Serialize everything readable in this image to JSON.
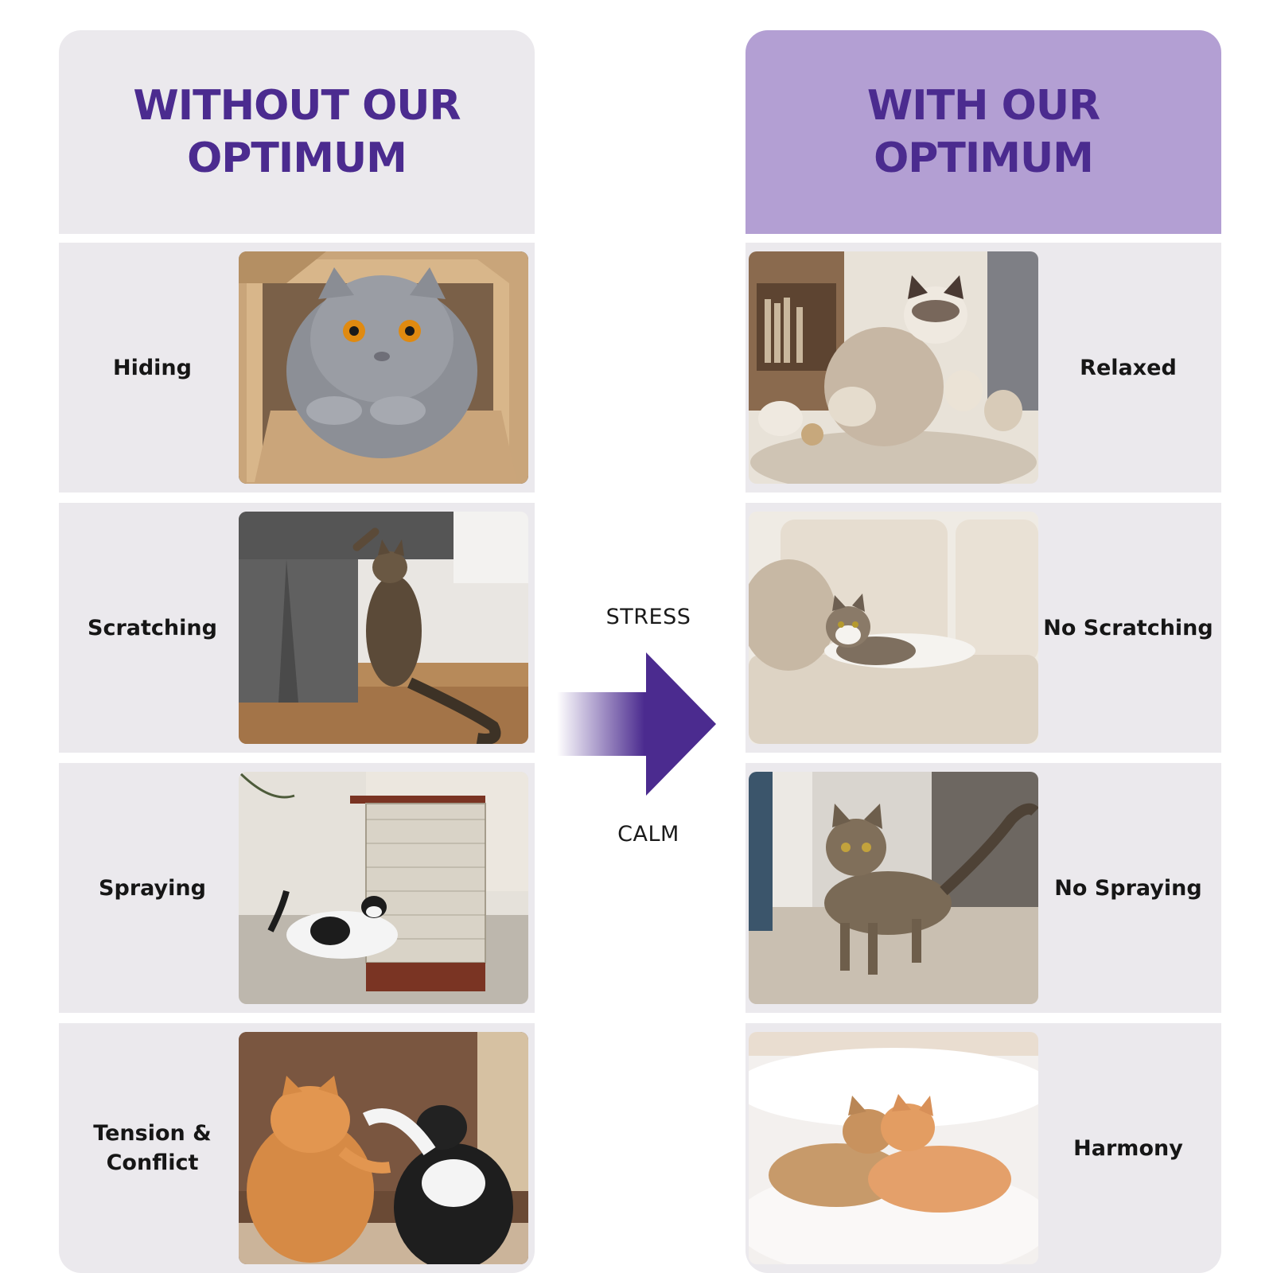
{
  "left_column": {
    "title": "WITHOUT OUR\nOPTIMUM",
    "rows": [
      {
        "label": "Hiding",
        "photo": "grey-cat-hiding-in-cardboard-box"
      },
      {
        "label": "Scratching",
        "photo": "tabby-cat-scratching-sofa"
      },
      {
        "label": "Spraying",
        "photo": "cat-at-sofa-scratch-guard"
      },
      {
        "label": "Tension &\nConflict",
        "photo": "two-cats-fighting"
      }
    ]
  },
  "right_column": {
    "title": "WITH OUR\nOPTIMUM",
    "rows": [
      {
        "label": "Relaxed",
        "photo": "mother-cat-with-kittens"
      },
      {
        "label": "No Scratching",
        "photo": "cat-lounging-on-white-sofa"
      },
      {
        "label": "No Spraying",
        "photo": "tabby-cat-walking-calmly"
      },
      {
        "label": "Harmony",
        "photo": "two-ginger-cats-cuddling"
      }
    ]
  },
  "transition": {
    "from_label": "STRESS",
    "to_label": "CALM",
    "icon": "arrow-right-icon"
  },
  "colors": {
    "accent": "#4b2b8f",
    "header_highlight": "#b39fd3",
    "panel": "#ebe9ed"
  }
}
